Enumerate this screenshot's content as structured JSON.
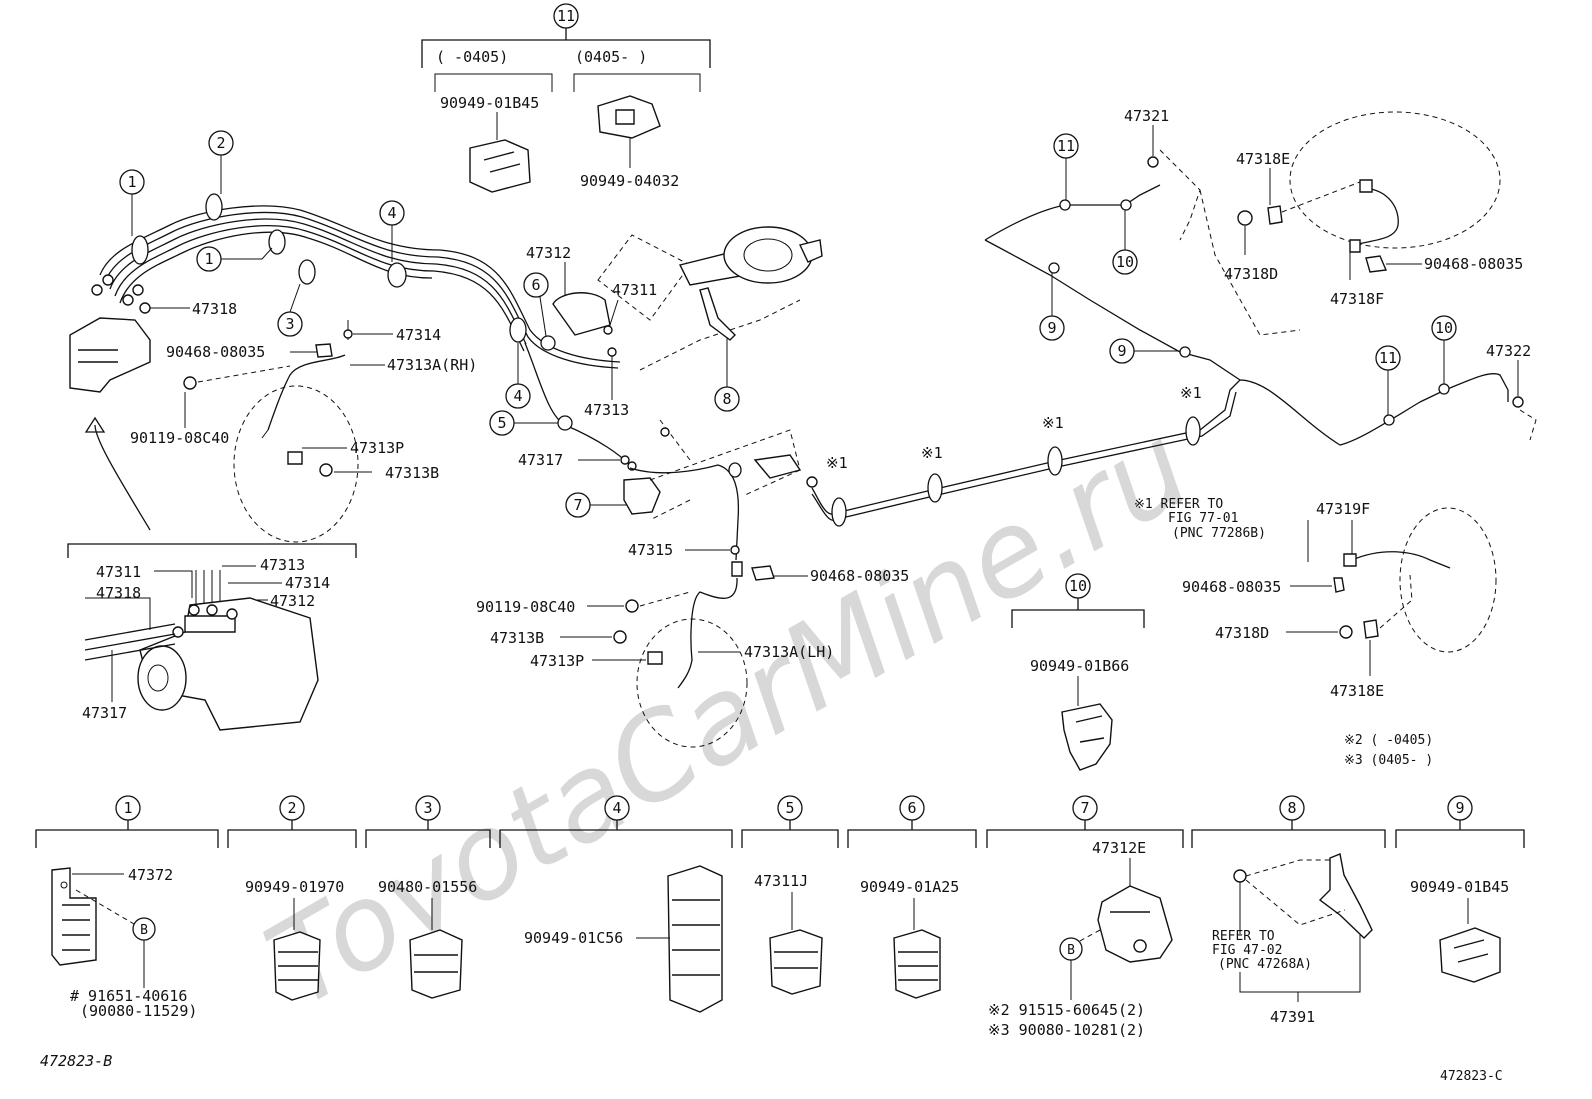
{
  "watermark": "ToyotaCarMine.ru",
  "footer": {
    "left_code": "472823-B",
    "right_code": "472823-C"
  },
  "top_group": {
    "ref": "11",
    "range_a": "(      -0405)",
    "range_b": "(0405-      )",
    "part_a": "90949-01B45",
    "part_b": "90949-04032"
  },
  "upper_left": {
    "p47318": "47318",
    "p47314": "47314",
    "p90468": "90468-08035",
    "p47313A_RH": "47313A(RH)",
    "p90119": "90119-08C40",
    "p47313P": "47313P",
    "p47313B": "47313B",
    "p47312": "47312",
    "p47311": "47311",
    "p47313": "47313",
    "p47317": "47317"
  },
  "actuator": {
    "p47311": "47311",
    "p47318": "47318",
    "p47313": "47313",
    "p47314": "47314",
    "p47312": "47312",
    "p47317": "47317"
  },
  "front_lh": {
    "p47315": "47315",
    "p90468": "90468-08035",
    "p90119": "90119-08C40",
    "p47313B": "47313B",
    "p47313P": "47313P",
    "p47313A_LH": "47313A(LH)"
  },
  "rear": {
    "p47321": "47321",
    "p47318E_top": "47318E",
    "p47318D_top": "47318D",
    "p90468_top": "90468-08035",
    "p47318F_top": "47318F",
    "p47322": "47322",
    "p47319F": "47319F",
    "p90468_low": "90468-08035",
    "p47318D_low": "47318D",
    "p47318E_low": "47318E",
    "mark1": "※1",
    "note_line1": "※1 REFER TO",
    "note_line2": "FIG 77-01",
    "note_line3": "(PNC 77286B)",
    "note_x2": "※2 (      -0405)",
    "note_x3": "※3 (0405-      )"
  },
  "group10": {
    "ref": "10",
    "part": "90949-01B66"
  },
  "callouts": [
    "1",
    "2",
    "3",
    "4",
    "5",
    "6",
    "7",
    "8",
    "9",
    "10",
    "11"
  ],
  "bottom_groups": [
    {
      "ref": "1",
      "part_a": "47372",
      "part_b": "# 91651-40616",
      "part_c": "(90080-11529)",
      "marker": "B"
    },
    {
      "ref": "2",
      "part_a": "90949-01970"
    },
    {
      "ref": "3",
      "part_a": "90480-01556"
    },
    {
      "ref": "4",
      "part_a": "90949-01C56"
    },
    {
      "ref": "5",
      "part_a": "47311J"
    },
    {
      "ref": "6",
      "part_a": "90949-01A25"
    },
    {
      "ref": "7",
      "part_a": "47312E",
      "marker": "B",
      "part_b": "※2 91515-60645(2)",
      "part_c": "※3 90080-10281(2)"
    },
    {
      "ref": "8",
      "part_a": "REFER TO",
      "part_b": "FIG 47-02",
      "part_c": "(PNC 47268A)",
      "part_d": "47391"
    },
    {
      "ref": "9",
      "part_a": "90949-01B45"
    }
  ]
}
